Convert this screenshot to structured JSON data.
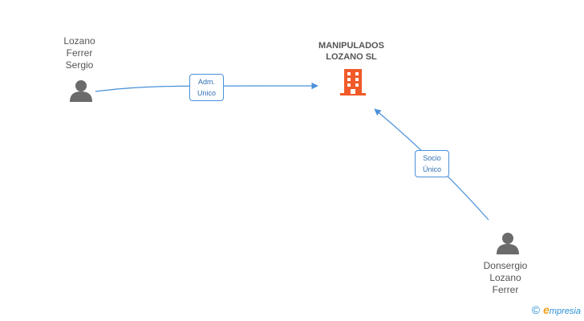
{
  "company": {
    "name": "MANIPULADOS\nLOZANO SL",
    "color": "#f05a28"
  },
  "persons": [
    {
      "id": "p1",
      "name": "Lozano\nFerrer\nSergio"
    },
    {
      "id": "p2",
      "name": "Donsergio\nLozano\nFerrer"
    }
  ],
  "relations": [
    {
      "from": "p1",
      "to": "company",
      "label": "Adm.\nUnico"
    },
    {
      "from": "p2",
      "to": "company",
      "label": "Socio\nÚnico"
    }
  ],
  "colors": {
    "edge": "#4a90d9",
    "person_icon": "#6b6b6b"
  },
  "footer": {
    "copyright": "©",
    "brand_initial": "e",
    "brand_rest": "mpresia"
  }
}
